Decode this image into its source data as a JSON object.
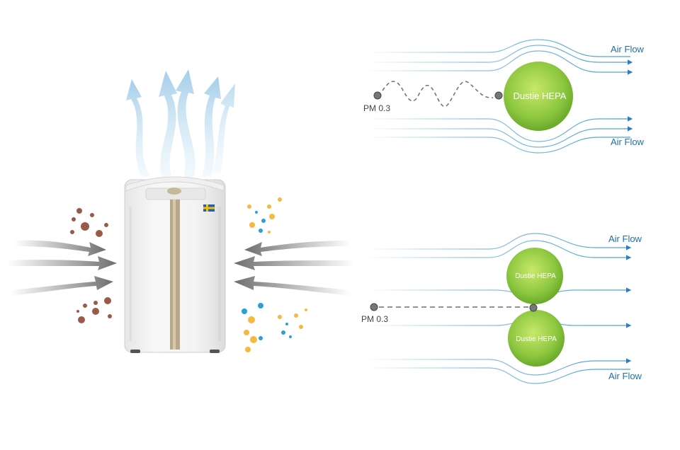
{
  "diagram1": {
    "filter_label": "Dustie HEPA",
    "particle_label": "PM 0.3",
    "flow_label_top": "Air Flow",
    "flow_label_bottom": "Air Flow"
  },
  "diagram2": {
    "filter_label_top": "Dustie HEPA",
    "filter_label_bottom": "Dustie HEPA",
    "particle_label": "PM 0.3",
    "flow_label_top": "Air Flow",
    "flow_label_bottom": "Air Flow"
  },
  "colors": {
    "flow_line": "#4a9fd3",
    "flow_text": "#1e6fa8",
    "filter_green": "#8cc63f",
    "intake_arrow": "#7a7a7a",
    "outflow": "#b9d9ef",
    "accent_strip": "#b8a88a"
  },
  "icons": [
    "purifier-device",
    "sweden-flag-icon",
    "virus-icon",
    "dust-particle-icon",
    "exhaust-arrow-icon",
    "intake-arrow-icon"
  ]
}
